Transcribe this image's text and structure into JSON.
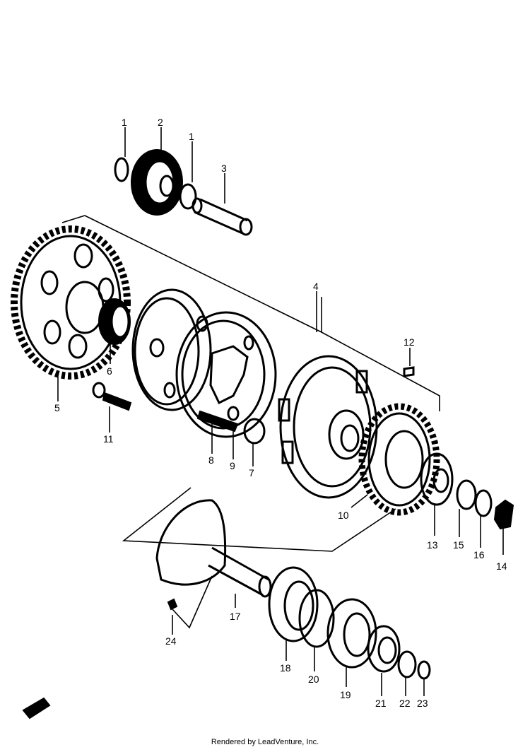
{
  "callouts": {
    "p1a": "1",
    "p2": "2",
    "p1b": "1",
    "p3": "3",
    "p4": "4",
    "p5": "5",
    "p6": "6",
    "p11": "11",
    "p8": "8",
    "p9": "9",
    "p7": "7",
    "p12": "12",
    "p10": "10",
    "p13": "13",
    "p15": "15",
    "p16": "16",
    "p14": "14",
    "p17": "17",
    "p24": "24",
    "p18": "18",
    "p20": "20",
    "p19": "19",
    "p21": "21",
    "p22": "22",
    "p23": "23"
  },
  "footer": {
    "text": "Rendered by LeadVenture, Inc."
  },
  "colors": {
    "line": "#000000",
    "background": "#ffffff"
  }
}
